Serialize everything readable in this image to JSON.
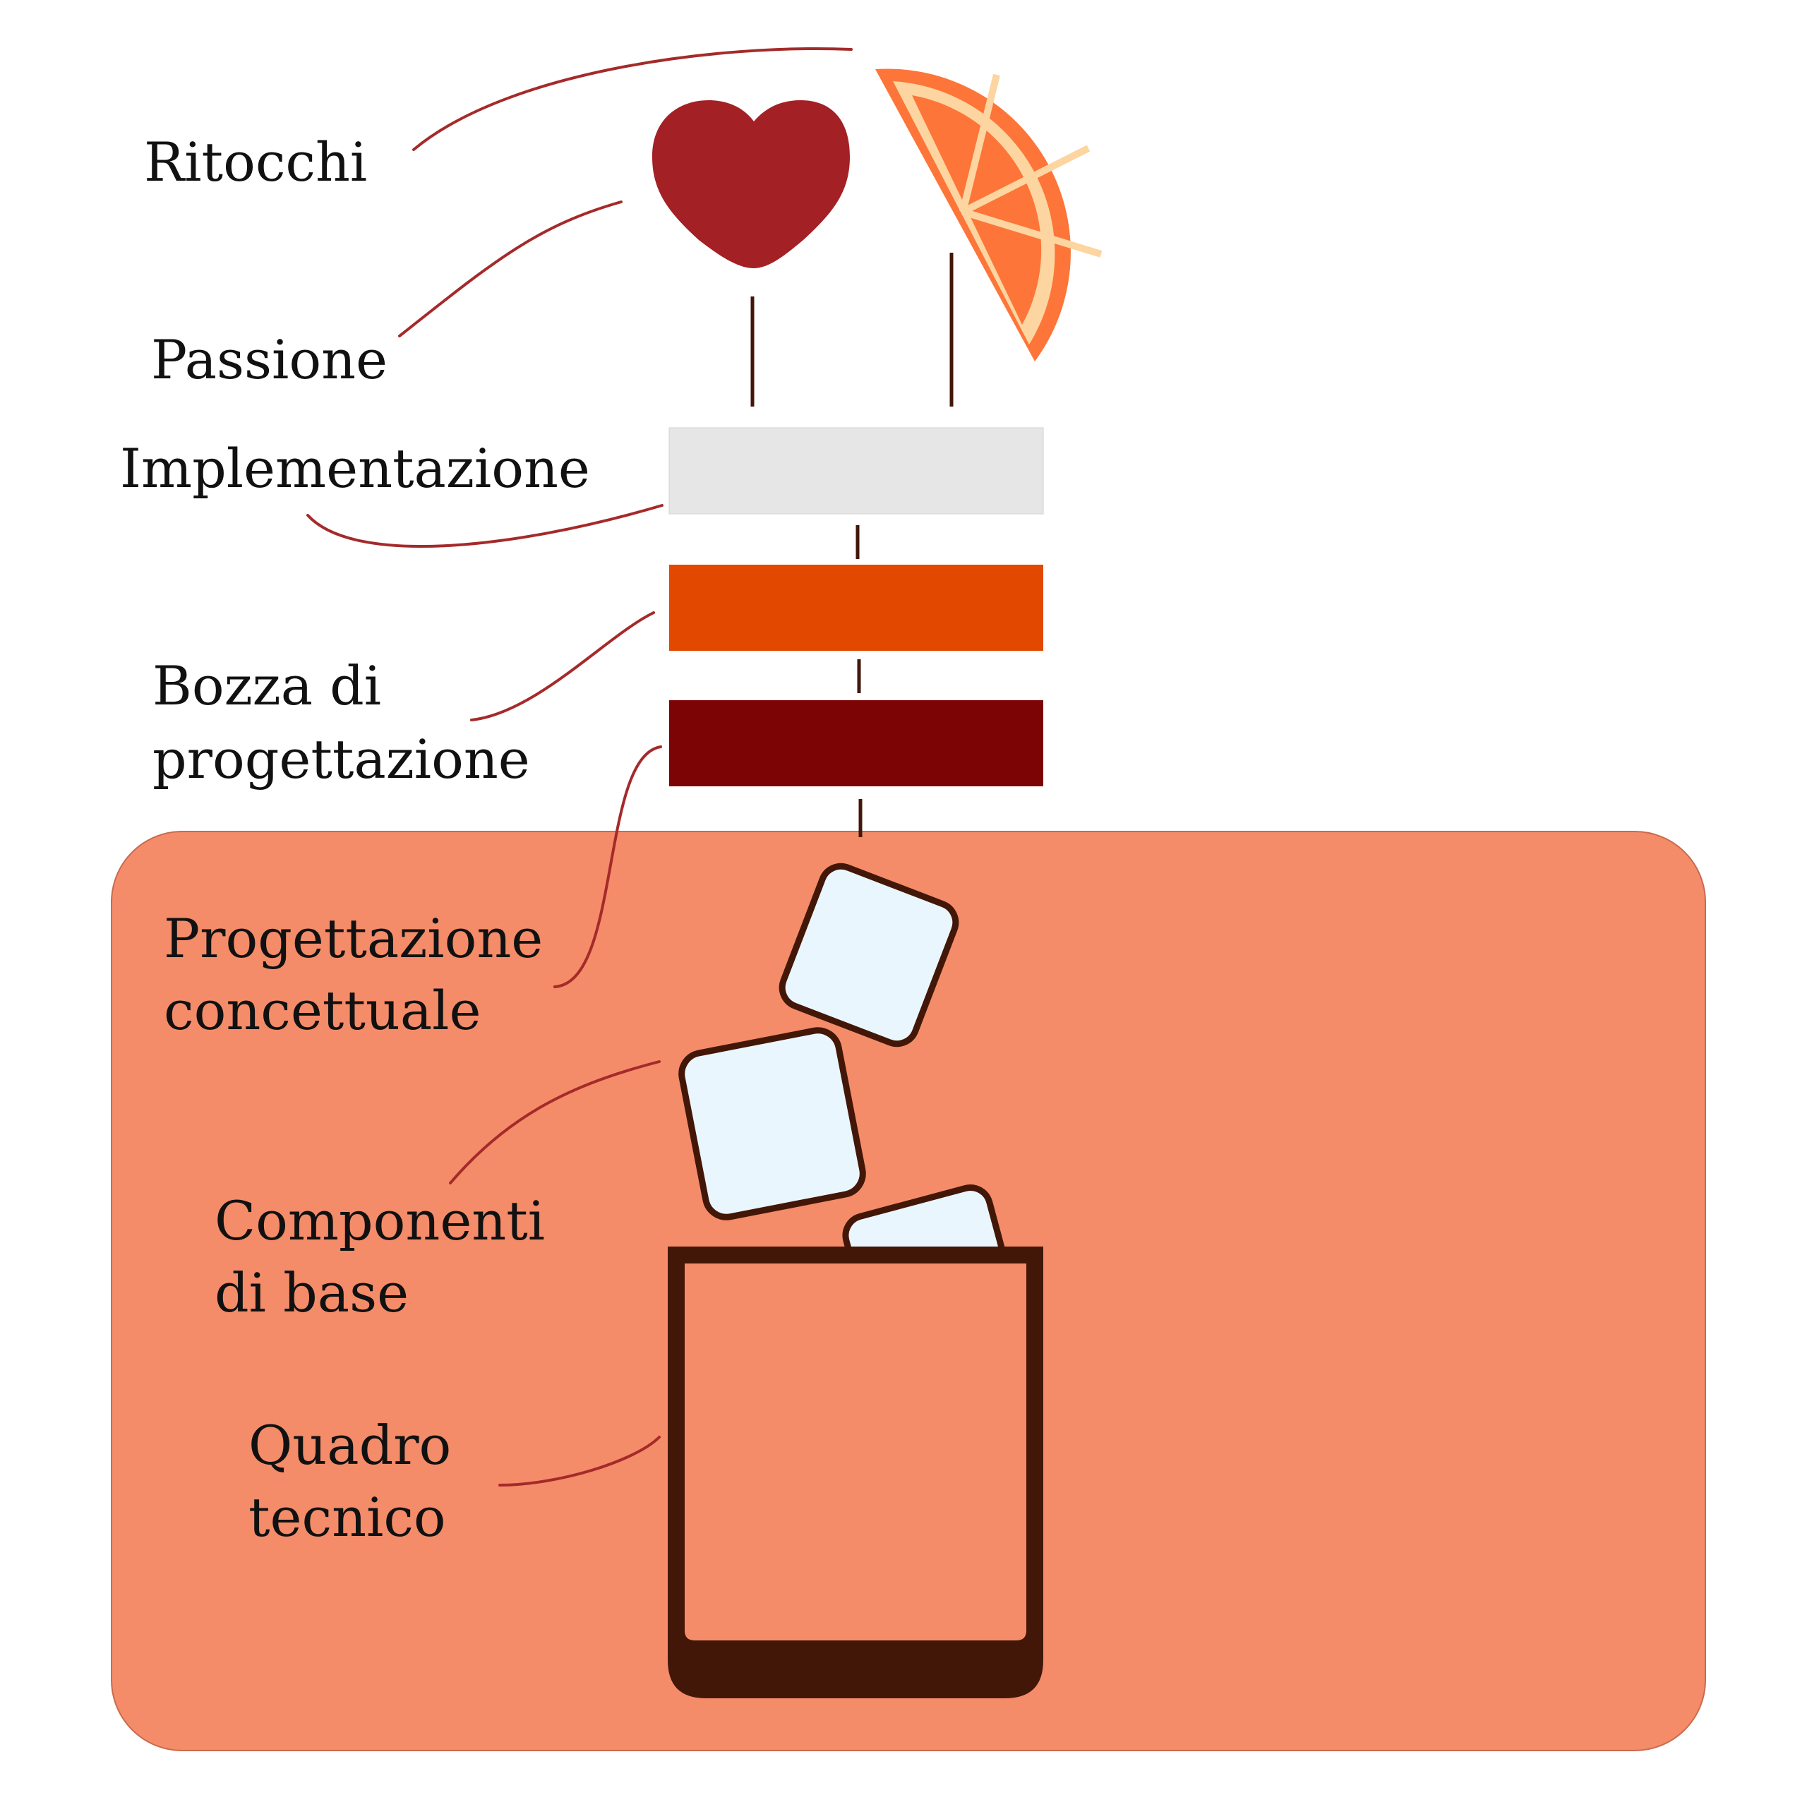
{
  "labels": {
    "ritocchi": "Ritocchi",
    "passione": "Passione",
    "implementazione": "Implementazione",
    "bozza_line1": "Bozza di",
    "bozza_line2": "progettazione",
    "concettuale_line1": "Progettazione",
    "concettuale_line2": "concettuale",
    "componenti_line1": "Componenti",
    "componenti_line2": "di base",
    "quadro_line1": "Quadro",
    "quadro_line2": "tecnico"
  },
  "colors": {
    "background_panel": "#f48c6a",
    "leader_line": "#a52a2a",
    "heart": "#a32025",
    "orange_peel": "#fd7538",
    "orange_pith": "#fdd5a0",
    "layer_light": "#e6e6e6",
    "layer_orange": "#e24800",
    "layer_dark": "#7d0405",
    "glass": "#421708",
    "ice_fill": "#eaf6fd",
    "ice_stroke": "#421708",
    "stem": "#421708"
  },
  "icons": [
    "heart-icon",
    "orange-slice-icon",
    "ice-cube-icon",
    "glass-icon"
  ]
}
